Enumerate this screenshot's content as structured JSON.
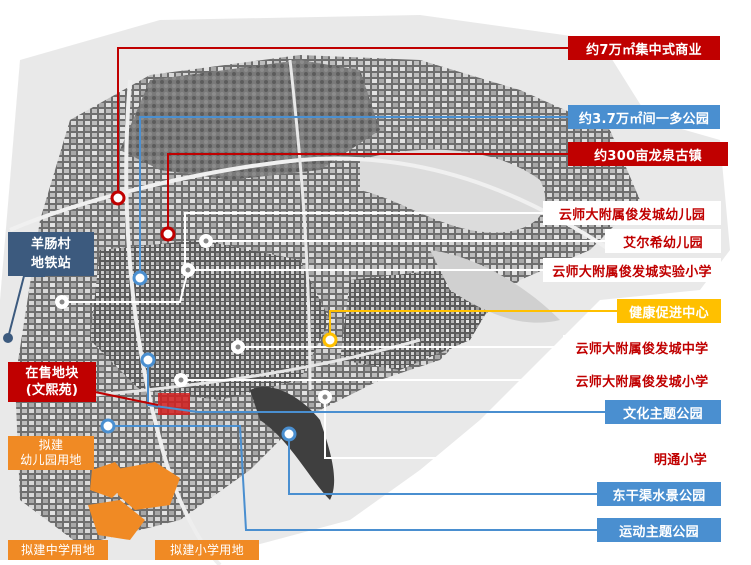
{
  "labels": {
    "commercial": "约7万㎡集中式商业",
    "park_multi": "约3.7万㎡间一多公园",
    "ancient_town": "约300亩龙泉古镇",
    "kindergarten_1": "云师大附属俊发城幼儿园",
    "kindergarten_2": "艾尔希幼儿园",
    "primary_school_1": "云师大附属俊发城实验小学",
    "health_center": "健康促进中心",
    "middle_school_1": "云师大附属俊发城中学",
    "primary_school_2": "云师大附属俊发城小学",
    "culture_park": "文化主题公园",
    "mingtong_school": "明通小学",
    "waterscape_park": "东干渠水景公园",
    "sports_park": "运动主题公园",
    "metro_line1": "羊肠村",
    "metro_line2": "地铁站",
    "onsale_line1": "在售地块",
    "onsale_line2": "(文熙苑)",
    "planned_kg_line1": "拟建",
    "planned_kg_line2": "幼儿园用地",
    "planned_middle": "拟建中学用地",
    "planned_primary": "拟建小学用地"
  },
  "colors": {
    "commercial_red": "#c00000",
    "park_blue": "#4a8fd0",
    "school_white": "#ffffff",
    "health_yellow": "#ffc000",
    "metro_navy": "#3c5a7e",
    "planned_orange": "#f08a24"
  }
}
